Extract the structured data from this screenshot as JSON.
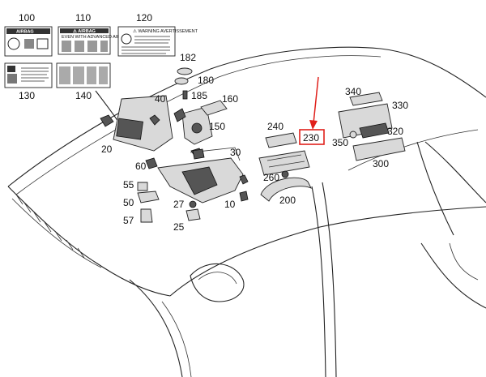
{
  "labels_cards": {
    "card_110_header": "⚠ AIRBAG",
    "card_110_line1": "EVEN WITH ADVANCED AIR BAGS",
    "card_120_title": "⚠ WARNING  AVERTISSEMENT",
    "card_100_header": "AIRBAG"
  },
  "parts": [
    {
      "id": "p100",
      "number": "100"
    },
    {
      "id": "p110",
      "number": "110"
    },
    {
      "id": "p120",
      "number": "120"
    },
    {
      "id": "p130",
      "number": "130"
    },
    {
      "id": "p140",
      "number": "140"
    },
    {
      "id": "p182",
      "number": "182"
    },
    {
      "id": "p180",
      "number": "180"
    },
    {
      "id": "p185",
      "number": "185"
    },
    {
      "id": "p160",
      "number": "160"
    },
    {
      "id": "p150",
      "number": "150"
    },
    {
      "id": "p40",
      "number": "40"
    },
    {
      "id": "p20",
      "number": "20"
    },
    {
      "id": "p30",
      "number": "30"
    },
    {
      "id": "p60",
      "number": "60"
    },
    {
      "id": "p55",
      "number": "55"
    },
    {
      "id": "p50",
      "number": "50"
    },
    {
      "id": "p57",
      "number": "57"
    },
    {
      "id": "p27",
      "number": "27"
    },
    {
      "id": "p25",
      "number": "25"
    },
    {
      "id": "p10",
      "number": "10"
    },
    {
      "id": "p240",
      "number": "240"
    },
    {
      "id": "p230",
      "number": "230"
    },
    {
      "id": "p260",
      "number": "260"
    },
    {
      "id": "p200",
      "number": "200"
    },
    {
      "id": "p340",
      "number": "340"
    },
    {
      "id": "p330",
      "number": "330"
    },
    {
      "id": "p320",
      "number": "320"
    },
    {
      "id": "p350",
      "number": "350"
    },
    {
      "id": "p300",
      "number": "300"
    }
  ],
  "highlight": {
    "part": "230",
    "color": "#e0201b"
  }
}
